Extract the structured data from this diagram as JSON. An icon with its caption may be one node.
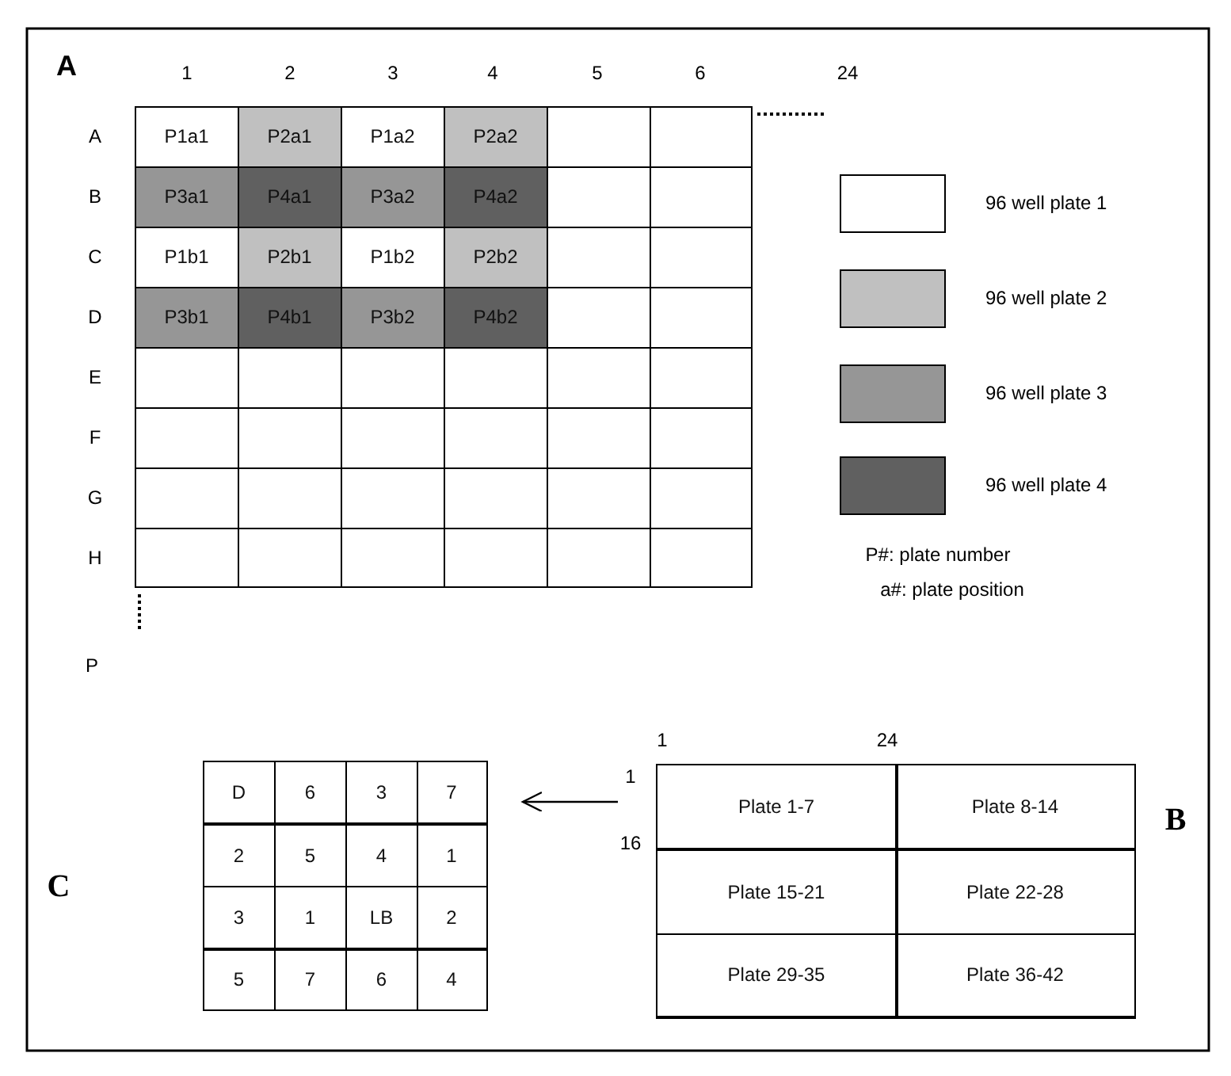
{
  "diagram": {
    "nodes": [
      {
        "text": [
          "P1a1",
          "P2a1",
          "P1a2",
          "P2a2",
          "P3a1",
          "P4a1",
          "P3a2",
          "P4a2",
          "P1b1",
          "P2b1",
          "P1b2",
          "P2b2",
          "P3b1",
          "P4b1",
          "P3b2",
          "P4b2"
        ]
      },
      {
        "text": [
          "D",
          "6",
          "3",
          "7",
          "2",
          "5",
          "4",
          "1",
          "3",
          "1",
          "LB",
          "2",
          "5",
          "7",
          "6",
          "4"
        ]
      },
      {
        "text": [
          "Plate 1-7",
          "Plate 8-14",
          "Plate 15-21",
          "Plate 22-28",
          "Plate 29-35",
          "Plate 36-42"
        ]
      }
    ],
    "edges": [
      {
        "from": 2,
        "to": 1,
        "arrow": "to"
      }
    ],
    "labels": [
      "A",
      "1",
      "2",
      "3",
      "4",
      "5",
      "6",
      "24",
      "A",
      "B",
      "C",
      "D",
      "E",
      "F",
      "G",
      "H",
      "P",
      "P#: plate number",
      "a#: plate position",
      "1",
      "24",
      "1",
      "16",
      "B",
      "C"
    ],
    "legend": [
      {
        "text": "96 well plate 1",
        "color": "#ffffff"
      },
      {
        "text": "96 well plate 2",
        "color": "#c0c0c0"
      },
      {
        "text": "96 well plate 3",
        "color": "#969696"
      },
      {
        "text": "96 well plate 4",
        "color": "#606060"
      }
    ]
  }
}
